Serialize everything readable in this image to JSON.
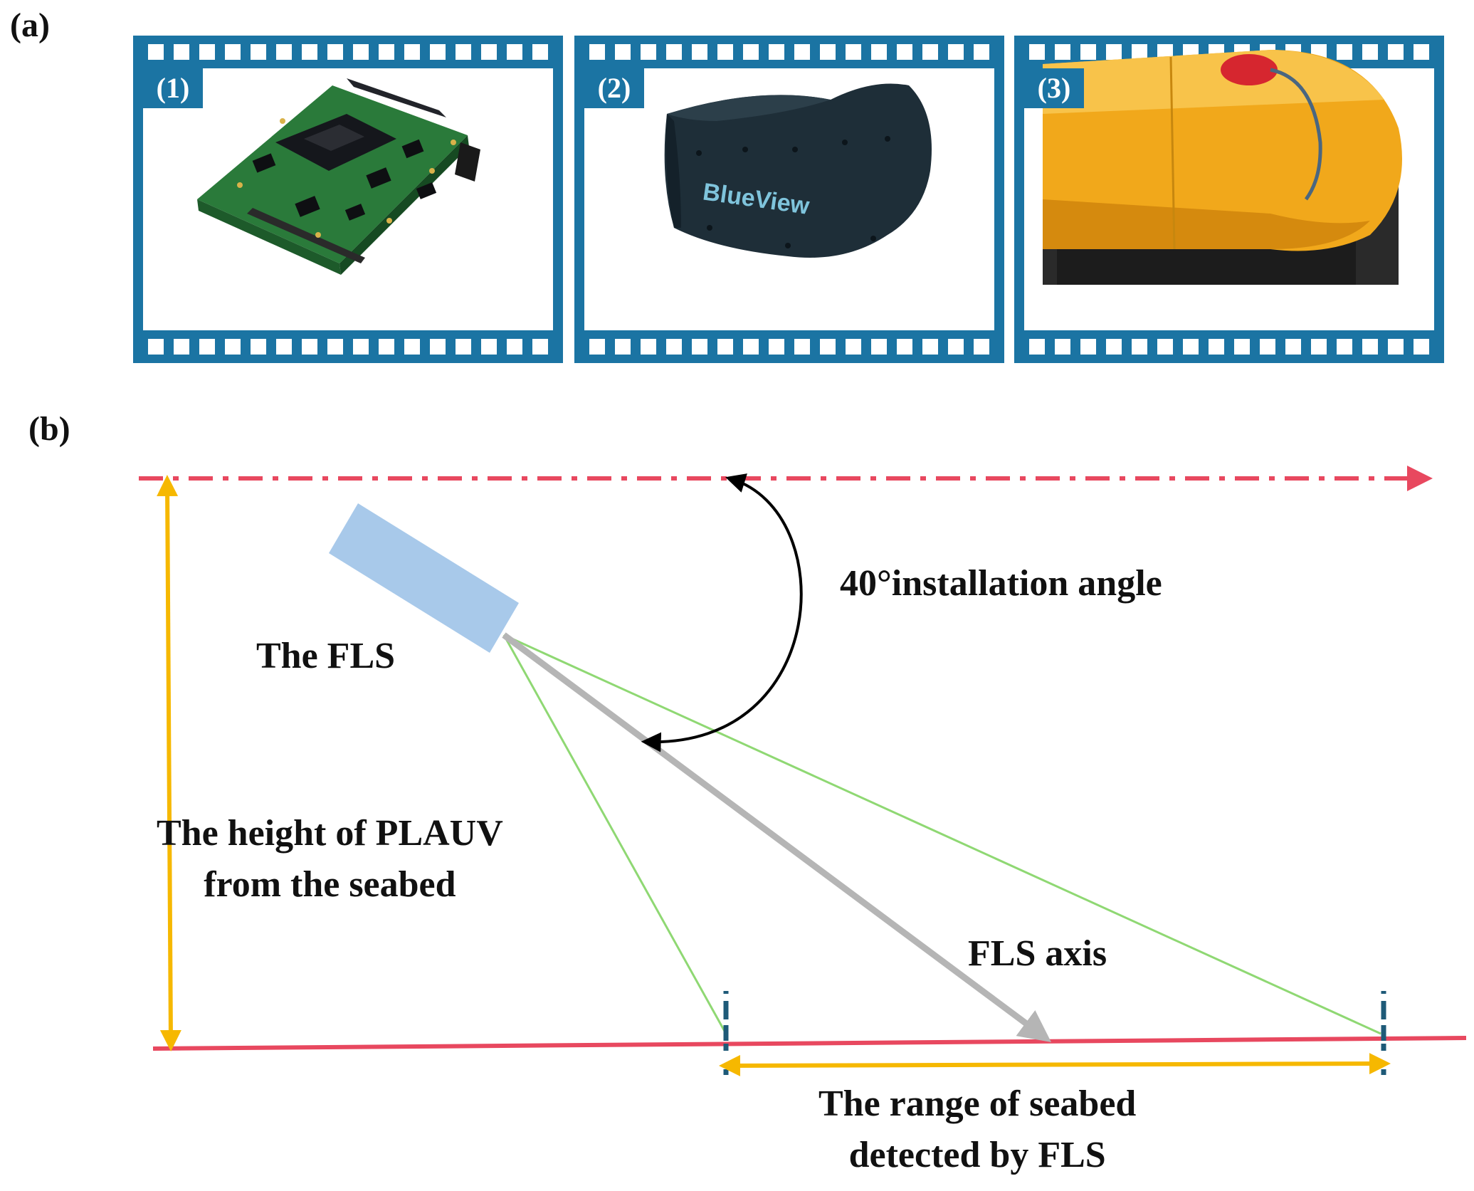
{
  "panels": {
    "a_label": "(a)",
    "b_label": "(b)"
  },
  "frames": [
    {
      "tag": "(1)",
      "icon": "circuit-board-photo"
    },
    {
      "tag": "(2)",
      "icon": "blueview-sonar-photo",
      "brand_text": "BlueView"
    },
    {
      "tag": "(3)",
      "icon": "auv-hull-photo"
    }
  ],
  "diagram": {
    "angle_label": "40°installation angle",
    "fls_label": "The FLS",
    "height_label_line1": "The height of PLAUV",
    "height_label_line2": "from the seabed",
    "axis_label": "FLS axis",
    "range_label_line1": "The range of seabed",
    "range_label_line2": "detected by FLS"
  },
  "colors": {
    "frame_blue": "#1b74a3",
    "reference_red": "#e8485f",
    "seabed_red": "#e8485f",
    "height_arrow": "#f6b800",
    "beam_green": "#8fd873",
    "axis_gray": "#b5b5b5",
    "sensor_blue": "#a8c9ea"
  }
}
